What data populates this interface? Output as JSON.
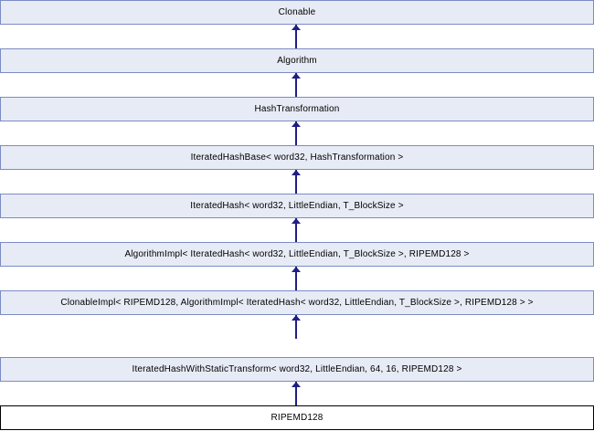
{
  "diagram": {
    "type": "class-inheritance-diagram",
    "orientation": "vertical-top-down",
    "base_color": "#e7ebf5",
    "base_border_color": "#7b8cc4",
    "leaf_color": "#ffffff",
    "leaf_border_color": "#000000",
    "edge_color": "#1f1f82",
    "nodes": [
      {
        "id": "clonable",
        "label": "Clonable",
        "style": "base"
      },
      {
        "id": "algorithm",
        "label": "Algorithm",
        "style": "base"
      },
      {
        "id": "hashtransformation",
        "label": "HashTransformation",
        "style": "base"
      },
      {
        "id": "iteratedhashbase",
        "label": "IteratedHashBase< word32, HashTransformation >",
        "style": "base"
      },
      {
        "id": "iteratedhash",
        "label": "IteratedHash< word32, LittleEndian, T_BlockSize >",
        "style": "base"
      },
      {
        "id": "algorithmimpl",
        "label": "AlgorithmImpl< IteratedHash< word32, LittleEndian, T_BlockSize >, RIPEMD128 >",
        "style": "base"
      },
      {
        "id": "clonableimpl",
        "label": "ClonableImpl< RIPEMD128, AlgorithmImpl< IteratedHash< word32, LittleEndian, T_BlockSize >, RIPEMD128 > >",
        "style": "base"
      },
      {
        "id": "iteratedhashwithstatictransform",
        "label": "IteratedHashWithStaticTransform< word32, LittleEndian, 64, 16, RIPEMD128 >",
        "style": "base"
      },
      {
        "id": "ripemd128",
        "label": "RIPEMD128",
        "style": "leaf"
      }
    ],
    "edges": [
      {
        "from": "algorithm",
        "to": "clonable"
      },
      {
        "from": "hashtransformation",
        "to": "algorithm"
      },
      {
        "from": "iteratedhashbase",
        "to": "hashtransformation"
      },
      {
        "from": "iteratedhash",
        "to": "iteratedhashbase"
      },
      {
        "from": "algorithmimpl",
        "to": "iteratedhash"
      },
      {
        "from": "clonableimpl",
        "to": "algorithmimpl"
      },
      {
        "from": "iteratedhashwithstatictransform",
        "to": "clonableimpl"
      },
      {
        "from": "ripemd128",
        "to": "iteratedhashwithstatictransform"
      }
    ]
  }
}
